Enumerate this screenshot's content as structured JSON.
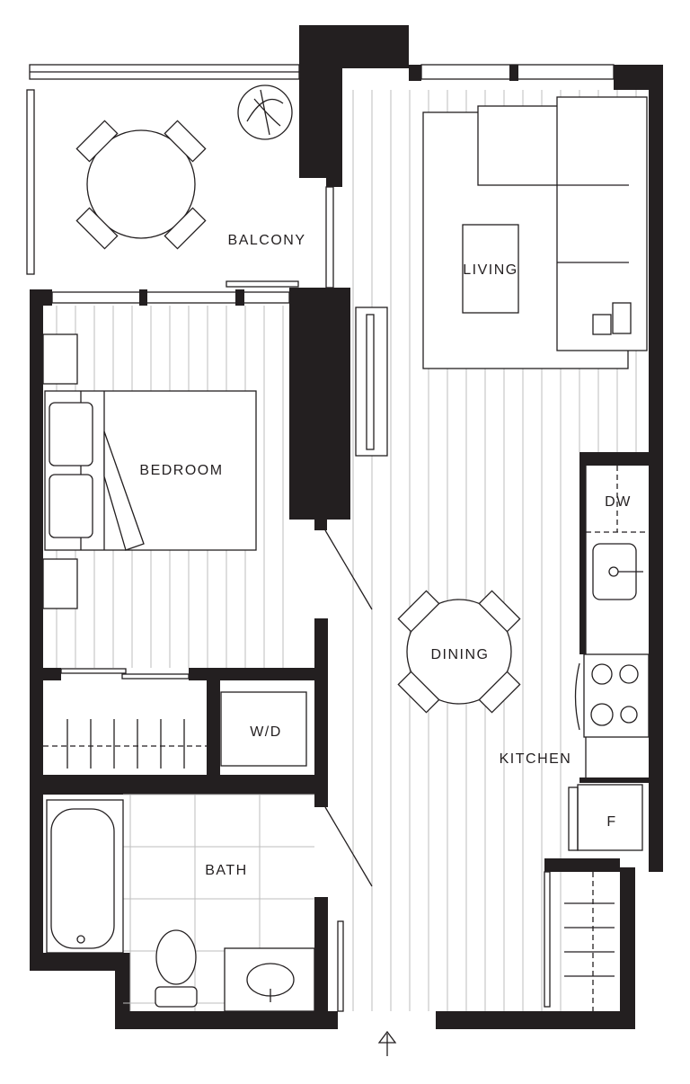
{
  "rooms": {
    "balcony": "BALCONY",
    "living": "LIVING",
    "bedroom": "BEDROOM",
    "dishwasher": "DW",
    "dining": "DINING",
    "washer_dryer": "W/D",
    "kitchen": "KITCHEN",
    "fridge": "F",
    "bath": "BATH"
  },
  "colors": {
    "wall": "#231f20",
    "floor_line": "#bdbdbd"
  },
  "icons": [
    "entry-arrow-icon",
    "plant-icon"
  ]
}
